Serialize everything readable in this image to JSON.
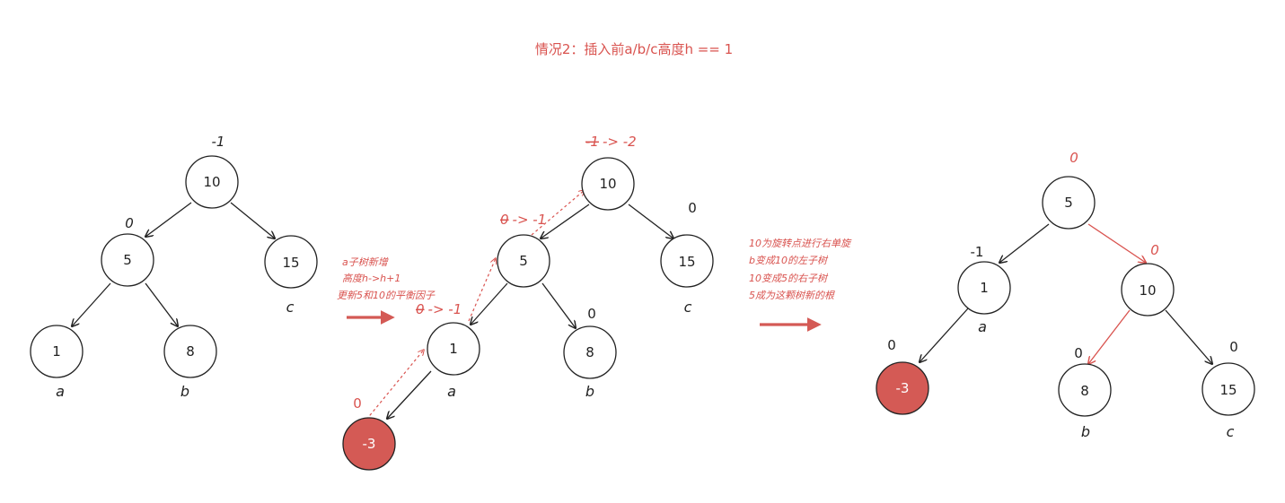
{
  "title": "情况2：插入前a/b/c高度h == 1",
  "colors": {
    "accent": "#d9534f",
    "node_stroke": "#222222",
    "node_fill": "#ffffff",
    "new_node_fill": "#d45a55",
    "text": "#222222"
  },
  "tree1": {
    "nodes": {
      "n10": {
        "label": "10",
        "bf": "-1"
      },
      "n5": {
        "label": "5",
        "bf": "0"
      },
      "n15": {
        "label": "15",
        "sub": "c"
      },
      "n1": {
        "label": "1",
        "sub": "a"
      },
      "n8": {
        "label": "8",
        "sub": "b"
      }
    }
  },
  "tree2": {
    "nodes": {
      "n10": {
        "label": "10",
        "bf_old": "-1",
        "bf_new": "-> -2"
      },
      "n5": {
        "label": "5",
        "bf_old": "0",
        "bf_new": "-> -1"
      },
      "n15": {
        "label": "15",
        "bf": "0",
        "sub": "c"
      },
      "n1": {
        "label": "1",
        "bf_old": "0",
        "bf_new": "-> -1",
        "sub": "a"
      },
      "n8": {
        "label": "8",
        "bf": "0",
        "sub": "b"
      },
      "nm3": {
        "label": "-3",
        "bf": "0"
      }
    },
    "note": [
      "a子树新增",
      "高度h->h+1",
      "更新5和10的平衡因子"
    ]
  },
  "tree3": {
    "nodes": {
      "n5": {
        "label": "5",
        "bf": "0"
      },
      "n1": {
        "label": "1",
        "bf": "-1",
        "sub": "a"
      },
      "n10": {
        "label": "10",
        "bf": "0"
      },
      "nm3": {
        "label": "-3",
        "bf": "0"
      },
      "n8": {
        "label": "8",
        "bf": "0",
        "sub": "b"
      },
      "n15": {
        "label": "15",
        "bf": "0",
        "sub": "c"
      }
    },
    "note": [
      "10为旋转点进行右单旋",
      "b变成10的左子树",
      "10变成5的右子树",
      "5成为这颗树新的根"
    ]
  }
}
